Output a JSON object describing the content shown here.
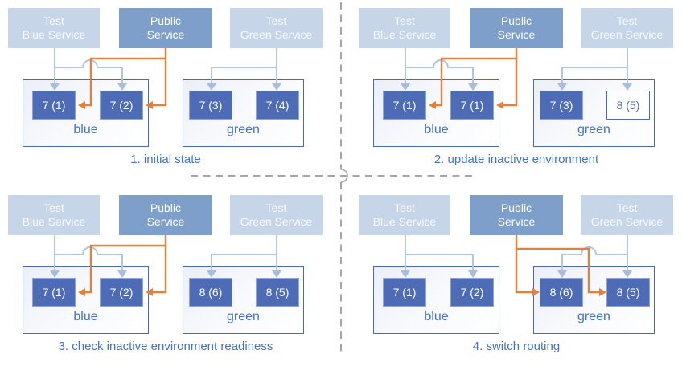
{
  "colors": {
    "test_service_fill": "#c7d5e9",
    "public_service_fill": "#7d9fca",
    "pod_fill": "#4e6bb6",
    "pod_outline_border": "#4e6bb6",
    "environment_border": "#4a69b2",
    "connector_light_blue": "#b2c5e1",
    "connector_active_orange": "#e2803c",
    "divider_gray": "#a6a6a6",
    "caption_text": "#4472c4"
  },
  "panels": [
    {
      "caption": "1. initial state",
      "public_routes_to": "blue",
      "services": {
        "test_blue": {
          "line1": "Test",
          "line2": "Blue Service"
        },
        "public": {
          "line1": "Public",
          "line2": "Service"
        },
        "test_green": {
          "line1": "Test",
          "line2": "Green Service"
        }
      },
      "blue_env": {
        "label": "blue",
        "pods": [
          {
            "label": "7 (1)",
            "variant": "solid"
          },
          {
            "label": "7 (2)",
            "variant": "solid"
          }
        ]
      },
      "green_env": {
        "label": "green",
        "pods": [
          {
            "label": "7 (3)",
            "variant": "solid"
          },
          {
            "label": "7 (4)",
            "variant": "solid"
          }
        ]
      }
    },
    {
      "caption": "2. update inactive environment",
      "public_routes_to": "blue",
      "services": {
        "test_blue": {
          "line1": "Test",
          "line2": "Blue Service"
        },
        "public": {
          "line1": "Public",
          "line2": "Service"
        },
        "test_green": {
          "line1": "Test",
          "line2": "Green Service"
        }
      },
      "blue_env": {
        "label": "blue",
        "pods": [
          {
            "label": "7 (1)",
            "variant": "solid"
          },
          {
            "label": "7 (1)",
            "variant": "solid"
          }
        ]
      },
      "green_env": {
        "label": "green",
        "pods": [
          {
            "label": "7 (3)",
            "variant": "solid"
          },
          {
            "label": "8 (5)",
            "variant": "outline"
          }
        ]
      }
    },
    {
      "caption": "3. check inactive environment readiness",
      "public_routes_to": "blue",
      "services": {
        "test_blue": {
          "line1": "Test",
          "line2": "Blue Service"
        },
        "public": {
          "line1": "Public",
          "line2": "Service"
        },
        "test_green": {
          "line1": "Test",
          "line2": "Green Service"
        }
      },
      "blue_env": {
        "label": "blue",
        "pods": [
          {
            "label": "7 (1)",
            "variant": "solid"
          },
          {
            "label": "7 (2)",
            "variant": "solid"
          }
        ]
      },
      "green_env": {
        "label": "green",
        "pods": [
          {
            "label": "8 (6)",
            "variant": "solid"
          },
          {
            "label": "8 (5)",
            "variant": "solid"
          }
        ]
      }
    },
    {
      "caption": "4. switch routing",
      "public_routes_to": "green",
      "services": {
        "test_blue": {
          "line1": "Test",
          "line2": "Blue Service"
        },
        "public": {
          "line1": "Public",
          "line2": "Service"
        },
        "test_green": {
          "line1": "Test",
          "line2": "Green Service"
        }
      },
      "blue_env": {
        "label": "blue",
        "pods": [
          {
            "label": "7 (1)",
            "variant": "solid"
          },
          {
            "label": "7 (2)",
            "variant": "solid"
          }
        ]
      },
      "green_env": {
        "label": "green",
        "pods": [
          {
            "label": "8 (6)",
            "variant": "solid"
          },
          {
            "label": "8 (5)",
            "variant": "solid"
          }
        ]
      }
    }
  ]
}
